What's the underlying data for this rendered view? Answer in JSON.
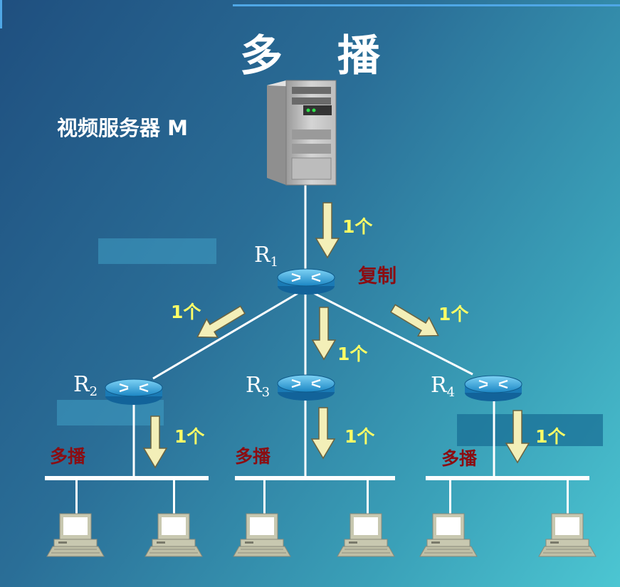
{
  "title": "多 播",
  "server": {
    "label": "视频服务器 M"
  },
  "routers": [
    {
      "name": "R",
      "sub": "1"
    },
    {
      "name": "R",
      "sub": "2"
    },
    {
      "name": "R",
      "sub": "3"
    },
    {
      "name": "R",
      "sub": "4"
    }
  ],
  "replicate_label": "复制",
  "multicast_label": "多播",
  "count_label": "1个",
  "colors": {
    "arrow_fill": "#f3efb8",
    "label_red": "#8b0d12",
    "label_yellow": "#ffff66",
    "line": "#ffffff"
  }
}
